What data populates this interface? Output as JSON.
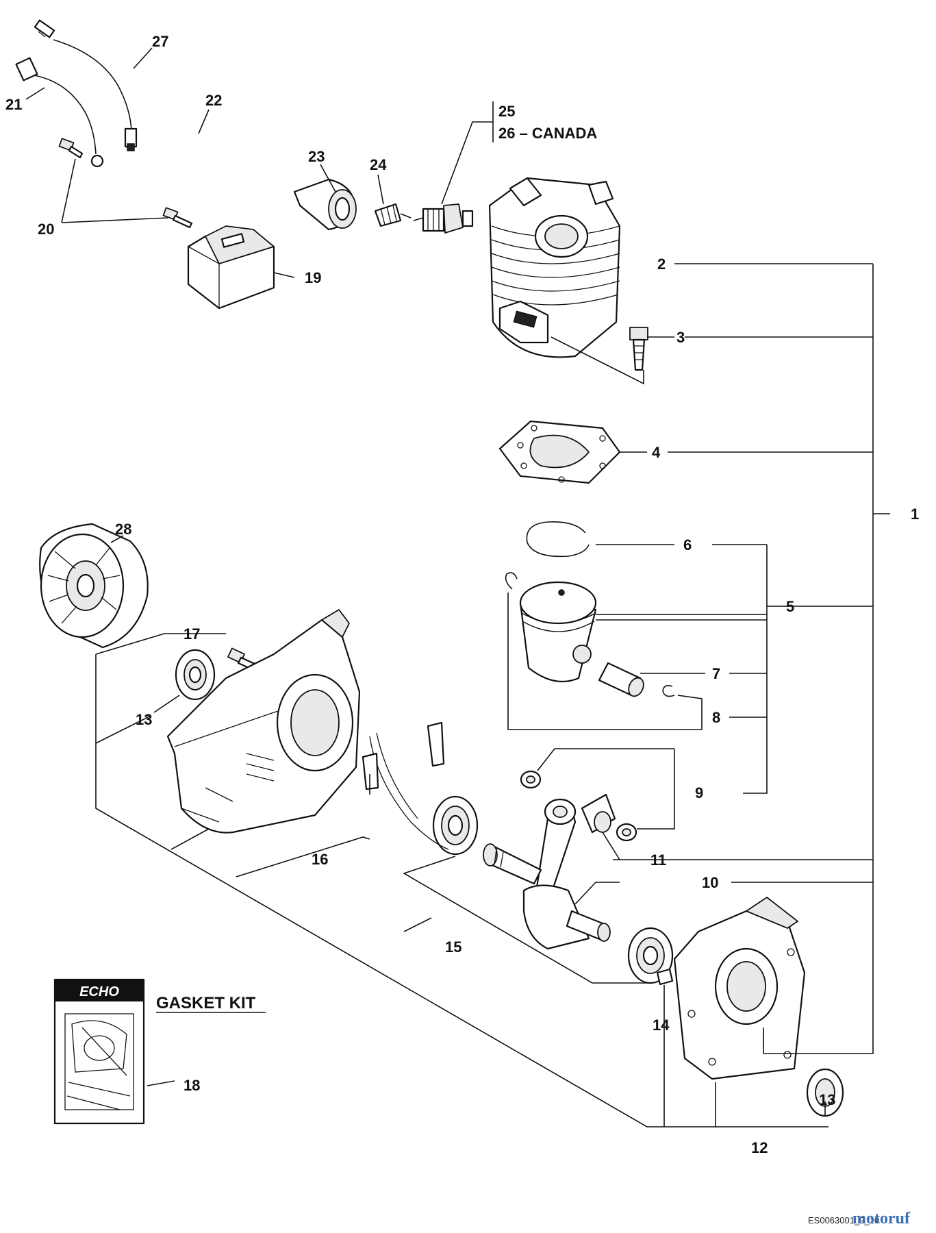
{
  "callouts": {
    "n1": "1",
    "n2": "2",
    "n3": "3",
    "n4": "4",
    "n5": "5",
    "n6": "6",
    "n7": "7",
    "n8": "8",
    "n9": "9",
    "n10": "10",
    "n11": "11",
    "n12": "12",
    "n13a": "13",
    "n13b": "13",
    "n14": "14",
    "n15": "15",
    "n16": "16",
    "n17": "17",
    "n18": "18",
    "n19": "19",
    "n20": "20",
    "n21": "21",
    "n22": "22",
    "n23": "23",
    "n24": "24",
    "n25": "25",
    "n26": "26 – CANADA",
    "n27": "27",
    "n28": "28"
  },
  "gasket_kit": {
    "title": "GASKET KIT",
    "brand": "ECHO"
  },
  "footer": {
    "code": "ES0063001_9_10",
    "watermark": "motoruf"
  },
  "colors": {
    "line": "#111111",
    "watermark_a": "#3a6fb5",
    "watermark_b": "#e08a1e"
  }
}
